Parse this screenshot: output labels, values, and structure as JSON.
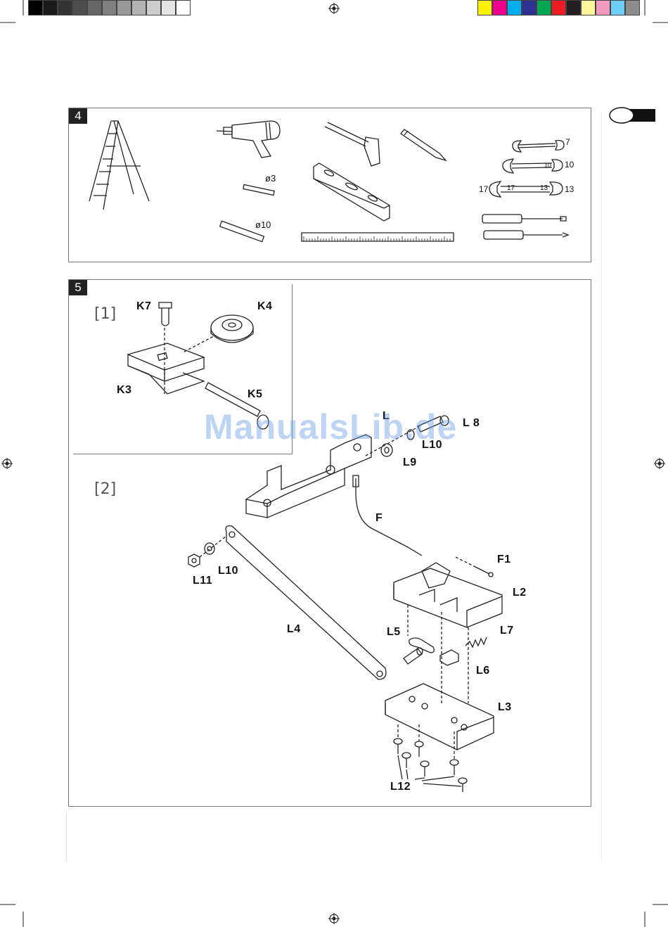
{
  "colors": {
    "grayscale": [
      "#000000",
      "#1a1a1a",
      "#333333",
      "#4d4d4d",
      "#666666",
      "#808080",
      "#999999",
      "#b3b3b3",
      "#cccccc",
      "#e6e6e6",
      "#ffffff"
    ],
    "process": [
      "#fff200",
      "#ec008c",
      "#00aeef",
      "#2e3192",
      "#00a651",
      "#ed1c24",
      "#231f20",
      "#fff799",
      "#f49ac1",
      "#6dcff6",
      "#8c8c8c"
    ]
  },
  "figures": {
    "fig4": {
      "number": "4",
      "drill_bits": [
        "ø3",
        "ø10"
      ],
      "wrench_sizes": {
        "w1_right": "7",
        "w2_mid": "10",
        "w2_right": "10",
        "w3_left": "17",
        "w3_mid_left": "17",
        "w3_mid_right": "13",
        "w3_right": "13"
      }
    },
    "fig5": {
      "number": "5",
      "detail1": {
        "marker": "1",
        "labels": {
          "k7": "K7",
          "k4": "K4",
          "k3": "K3",
          "k5": "K5"
        }
      },
      "detail2": {
        "marker": "2",
        "labels": {
          "l": "L",
          "l8": "L 8",
          "l10a": "L10",
          "l9": "L9",
          "f": "F",
          "f1": "F1",
          "l2": "L2",
          "l11": "L11",
          "l10b": "L10",
          "l4": "L4",
          "l5": "L5",
          "l7": "L7",
          "l6": "L6",
          "l3": "L3",
          "l12": "L12"
        }
      }
    }
  },
  "watermark": "ManualsLib.de"
}
